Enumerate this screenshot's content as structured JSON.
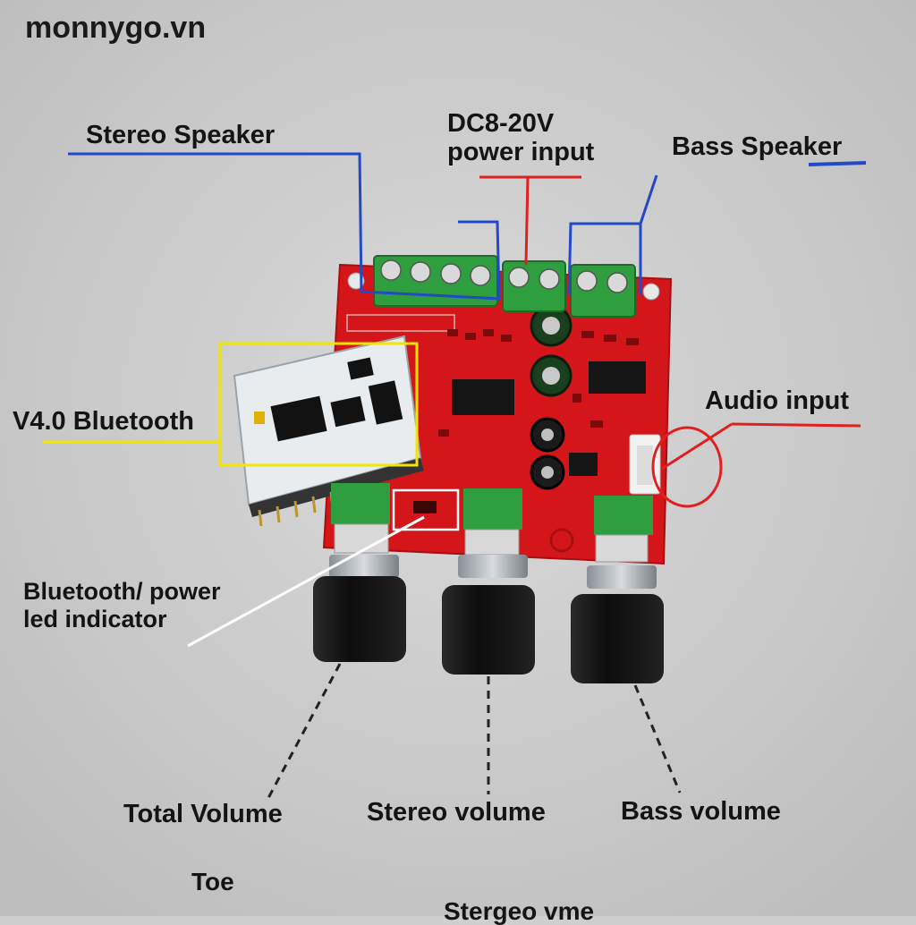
{
  "watermark": "monnygo.vn",
  "labels": {
    "stereo_speaker": "Stereo Speaker",
    "power_input": "DC8-20V power input",
    "bass_speaker": "Bass Speaker",
    "bluetooth_module": "V4.0 Bluetooth",
    "audio_input": "Audio input",
    "led_indicator": "Bluetooth/ power led indicator",
    "total_volume": "Total Volume",
    "stereo_volume": "Stereo volume",
    "bass_volume": "Bass volume",
    "partial_caption_1": "Toe",
    "partial_caption_2": "Stergeo vme"
  },
  "colors": {
    "background": "#cfcfcf",
    "pcb_red": "#d4161b",
    "terminal_green": "#2f9e3e",
    "callout_blue": "#2348c8",
    "callout_red": "#e02020",
    "callout_yellow": "#f2e600",
    "knob_black": "#141414",
    "module_white": "#e8ecef"
  }
}
